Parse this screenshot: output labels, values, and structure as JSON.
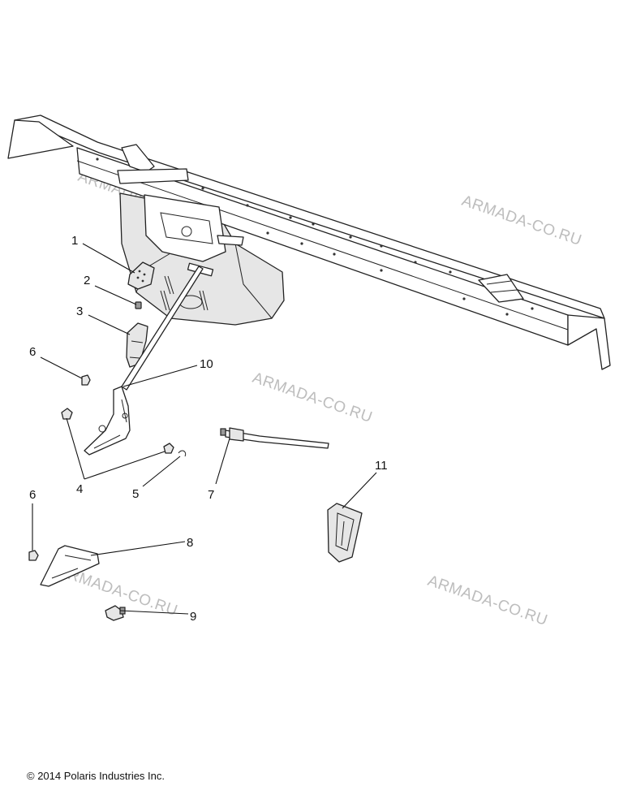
{
  "callouts": {
    "c1": "1",
    "c2": "2",
    "c3": "3",
    "c4": "4",
    "c5": "5",
    "c6a": "6",
    "c6b": "6",
    "c7": "7",
    "c8": "8",
    "c9": "9",
    "c10": "10",
    "c11": "11"
  },
  "watermark": "ARMADA-CO.RU",
  "copyright": "© 2014 Polaris Industries Inc."
}
